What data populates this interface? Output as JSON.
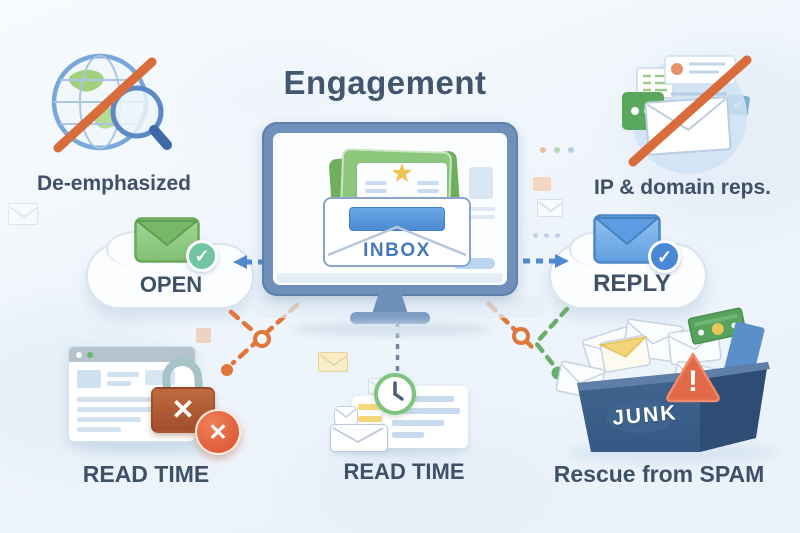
{
  "title": "Engagement",
  "nodes": {
    "de_emphasized": {
      "label": "De-emphasized",
      "icon": "globe-search-slash-icon"
    },
    "ip_domain_reps": {
      "label": "IP & domain reps.",
      "icon": "envelope-slash-icon"
    },
    "open": {
      "label": "OPEN",
      "icon": "green-envelope-check-icon"
    },
    "inbox": {
      "label": "INBOX",
      "icon": "monitor-envelope-star-icon"
    },
    "reply": {
      "label": "REPLY",
      "icon": "blue-envelope-check-icon"
    },
    "read_time_left": {
      "label": "READ TIME",
      "icon": "browser-lock-blocked-icon"
    },
    "read_time_center": {
      "label": "READ TIME",
      "icon": "envelope-clock-icon"
    },
    "junk_box": {
      "label": "JUNK",
      "icon": "junk-box-icon"
    },
    "rescue_from_spam": {
      "label": "Rescue from SPAM",
      "icon": "warning-triangle-icon"
    }
  },
  "glyphs": {
    "check": "✓",
    "cross": "✕",
    "exclamation": "!",
    "star": "★"
  },
  "colors": {
    "accent_orange": "#E0763C",
    "accent_green": "#6FB261",
    "accent_blue": "#4A87D6",
    "text_dark": "#3E5166",
    "monitor_frame": "#6E90BA",
    "junk_box_blue": "#3C6190",
    "alert_red": "#D9502C"
  },
  "connectors": [
    {
      "from": "inbox",
      "to": "open",
      "style": "blue-dashed-arrow"
    },
    {
      "from": "inbox",
      "to": "reply",
      "style": "blue-dashed-arrow"
    },
    {
      "from": "inbox",
      "to": "read_time_center",
      "style": "gray-dashed"
    },
    {
      "from": "inbox",
      "to": "read_time_left",
      "style": "orange-dashed-dot"
    },
    {
      "from": "open",
      "to": "read_time_left",
      "style": "orange-dashed"
    },
    {
      "from": "inbox",
      "to": "rescue_from_spam",
      "style": "orange-dashed"
    },
    {
      "from": "reply",
      "to": "rescue_from_spam",
      "style": "green-dashed-dot"
    }
  ]
}
